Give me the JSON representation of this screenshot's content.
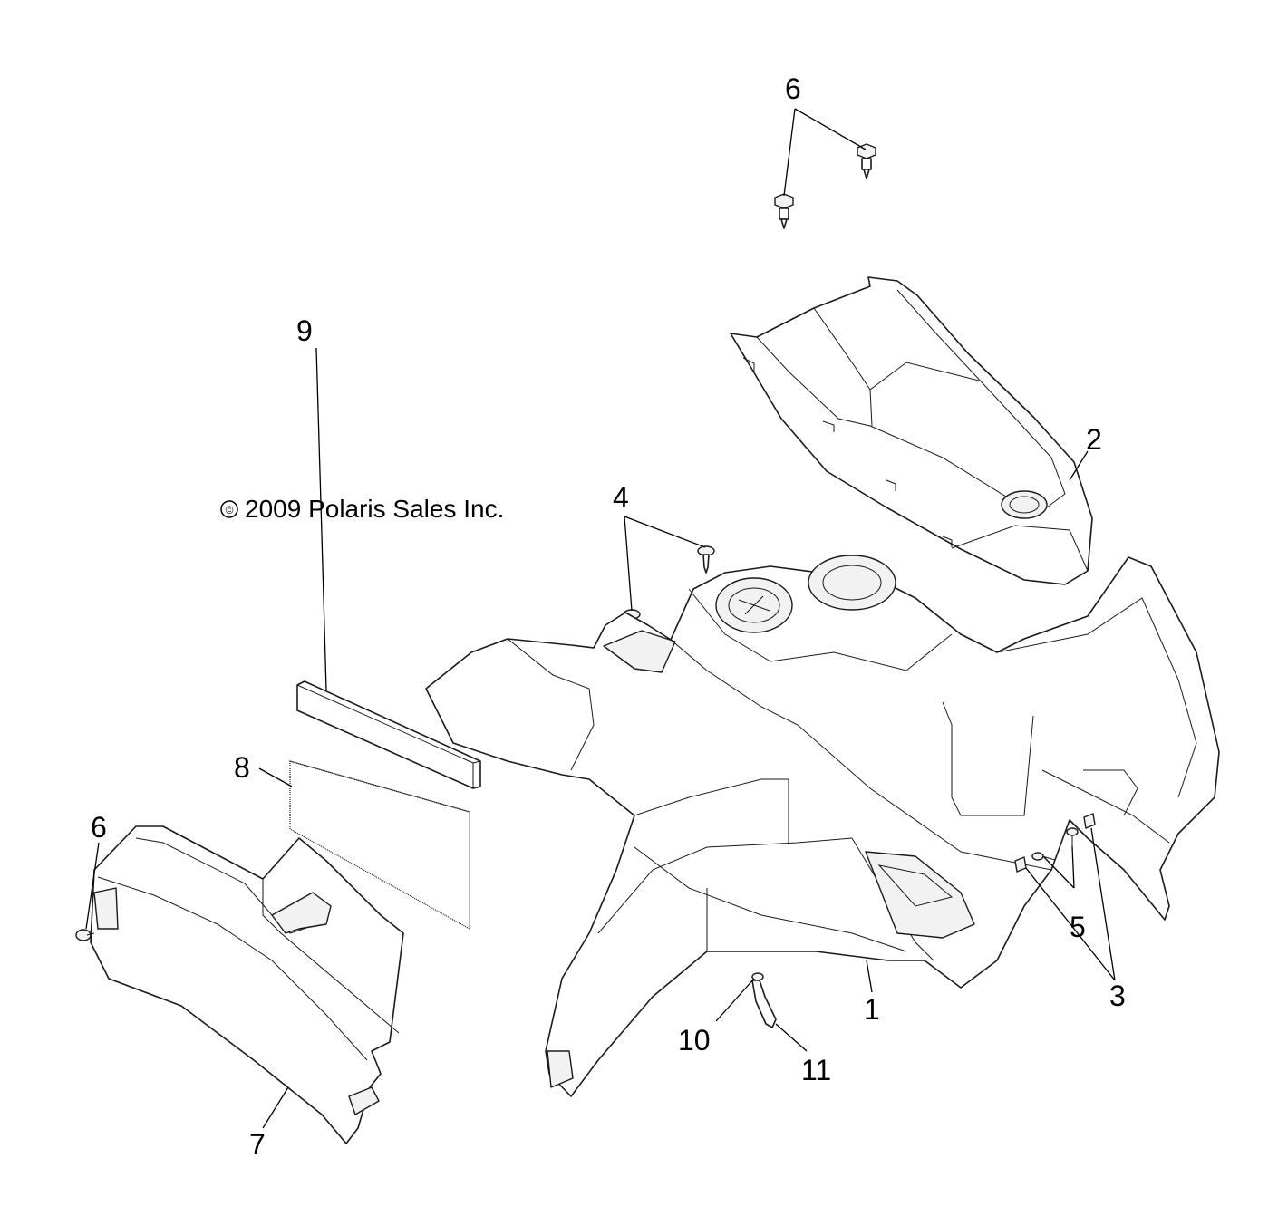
{
  "copyright": {
    "symbol": "©",
    "text": "2009 Polaris Sales Inc."
  },
  "callouts": [
    {
      "id": "callout-6-top",
      "label": "6",
      "part": "push rivet fastener (pair, top)"
    },
    {
      "id": "callout-2",
      "label": "2",
      "part": "front fender cover"
    },
    {
      "id": "callout-4",
      "label": "4",
      "part": "screw (pair)"
    },
    {
      "id": "callout-9",
      "label": "9",
      "part": "foam strip"
    },
    {
      "id": "callout-8",
      "label": "8",
      "part": "decal sheet"
    },
    {
      "id": "callout-6-left",
      "label": "6",
      "part": "push rivet fastener (left)"
    },
    {
      "id": "callout-7",
      "label": "7",
      "part": "side panel"
    },
    {
      "id": "callout-1",
      "label": "1",
      "part": "front cab / fender"
    },
    {
      "id": "callout-10",
      "label": "10",
      "part": "clamp"
    },
    {
      "id": "callout-11",
      "label": "11",
      "part": "drain hose"
    },
    {
      "id": "callout-5",
      "label": "5",
      "part": "screw (pair, right)"
    },
    {
      "id": "callout-3",
      "label": "3",
      "part": "clip nut (pair)"
    }
  ]
}
